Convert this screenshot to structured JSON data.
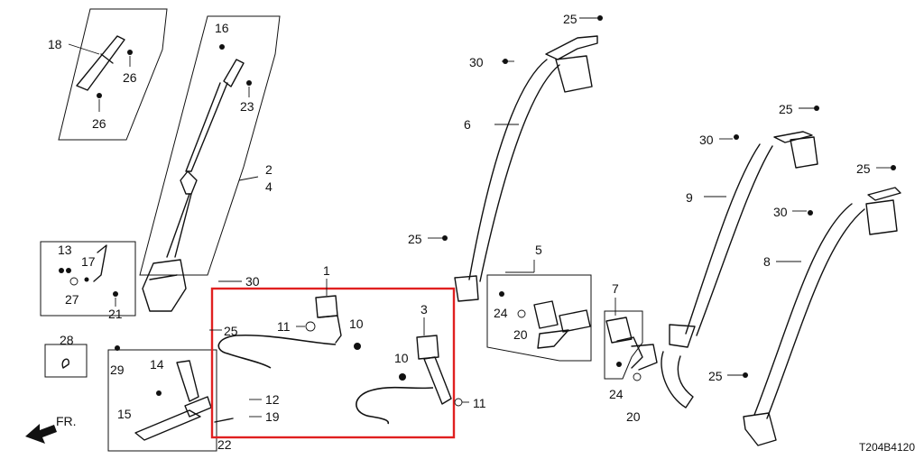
{
  "labels": {
    "l1": "1",
    "l2": "2",
    "l3": "3",
    "l4": "4",
    "l5": "5",
    "l6": "6",
    "l7": "7",
    "l8": "8",
    "l9": "9",
    "l10a": "10",
    "l10b": "10",
    "l11a": "11",
    "l11b": "11",
    "l12": "12",
    "l13": "13",
    "l14": "14",
    "l15": "15",
    "l16": "16",
    "l17": "17",
    "l18": "18",
    "l19": "19",
    "l20a": "20",
    "l20b": "20",
    "l21": "21",
    "l22": "22",
    "l23": "23",
    "l24a": "24",
    "l24b": "24",
    "l25a": "25",
    "l25b": "25",
    "l25c": "25",
    "l25d": "25",
    "l25e": "25",
    "l25f": "25",
    "l26a": "26",
    "l26b": "26",
    "l27": "27",
    "l28": "28",
    "l29": "29",
    "l30a": "30",
    "l30b": "30",
    "l30c": "30",
    "l30d": "30"
  },
  "direction_label": "FR.",
  "diagram_code": "T204B4120",
  "colors": {
    "line": "#111111",
    "highlight": "#e02020",
    "background": "#ffffff"
  }
}
